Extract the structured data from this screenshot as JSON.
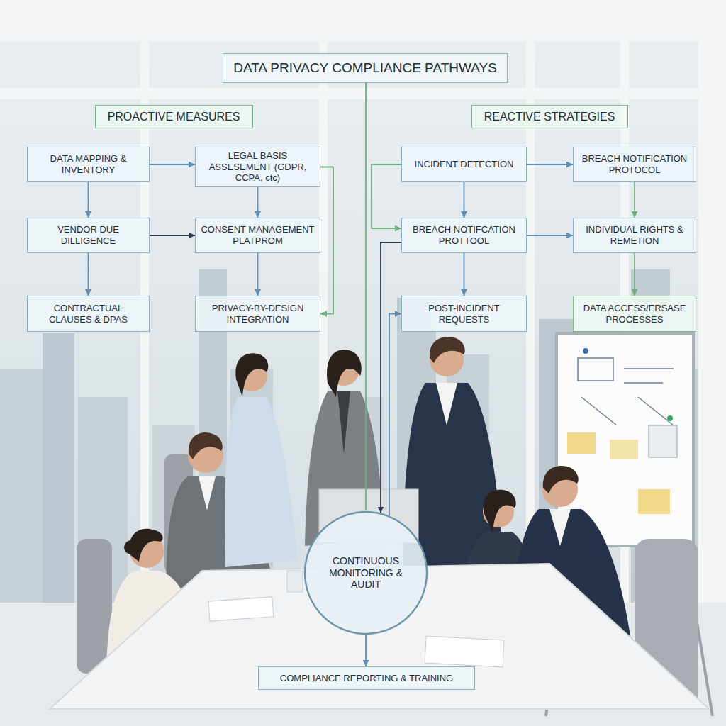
{
  "diagram": {
    "title": "DATA PRIVACY COMPLIANCE PATHWAYS",
    "nodes": [
      {
        "text": [
          "PROACTIVE MEASURES"
        ]
      },
      {
        "text": [
          "REACTIVE STRATEGIES"
        ]
      },
      {
        "text": [
          "DATA MAPPING & INVENTORY"
        ]
      },
      {
        "text": [
          "LEGAL BASIS ASSESEMENT (GDPR, CCPA, ctc)"
        ]
      },
      {
        "text": [
          "INCIDENT DETECTION"
        ]
      },
      {
        "text": [
          "BREACH NOTIFICATION PROTOCOL"
        ]
      },
      {
        "text": [
          "VENDOR DUE DILLIGENCE"
        ]
      },
      {
        "text": [
          "CONSENT MANAGEMENT PLATPROM"
        ]
      },
      {
        "text": [
          "BREACH NOTIFCATION PROTTOOL"
        ]
      },
      {
        "text": [
          "INDIVIDUAL RIGHTS & REMETION"
        ]
      },
      {
        "text": [
          "CONTRACTUAL CLAUSES & DPAS"
        ]
      },
      {
        "text": [
          "PRIVACY-BY-DESIGN INTEGRATION"
        ]
      },
      {
        "text": [
          "POST-INCIDENT REQUESTS"
        ]
      },
      {
        "text": [
          "DATA ACCESS/ERSASE PROCESSES"
        ]
      },
      {
        "text": [
          "CONTINUOUS MONITORING & AUDIT"
        ]
      },
      {
        "text": [
          "COMPLIANCE REPORTING & TRAINING"
        ]
      }
    ],
    "edges": [
      {
        "from": 2,
        "to": 3,
        "arrow": "to"
      },
      {
        "from": 2,
        "to": 6,
        "arrow": "to"
      },
      {
        "from": 6,
        "to": 7,
        "arrow": "to"
      },
      {
        "from": 6,
        "to": 10,
        "arrow": "to"
      },
      {
        "from": 3,
        "to": 7,
        "arrow": "to"
      },
      {
        "from": 7,
        "to": 11,
        "arrow": "to"
      },
      {
        "from": 3,
        "to": 11,
        "arrow": "to"
      },
      {
        "from": 4,
        "to": 5,
        "arrow": "to"
      },
      {
        "from": 4,
        "to": 8,
        "arrow": "to"
      },
      {
        "from": 4,
        "to": 8,
        "arrow": "to"
      },
      {
        "from": 8,
        "to": 9,
        "arrow": "to"
      },
      {
        "from": 5,
        "to": 9,
        "arrow": "to"
      },
      {
        "from": 9,
        "to": 13,
        "arrow": "to"
      },
      {
        "from": 8,
        "to": 12,
        "arrow": "to"
      },
      {
        "from": 8,
        "to": 14,
        "arrow": "to"
      },
      {
        "from": 14,
        "to": 12,
        "arrow": "to"
      },
      {
        "from": 14,
        "to": 15,
        "arrow": "to"
      }
    ]
  }
}
